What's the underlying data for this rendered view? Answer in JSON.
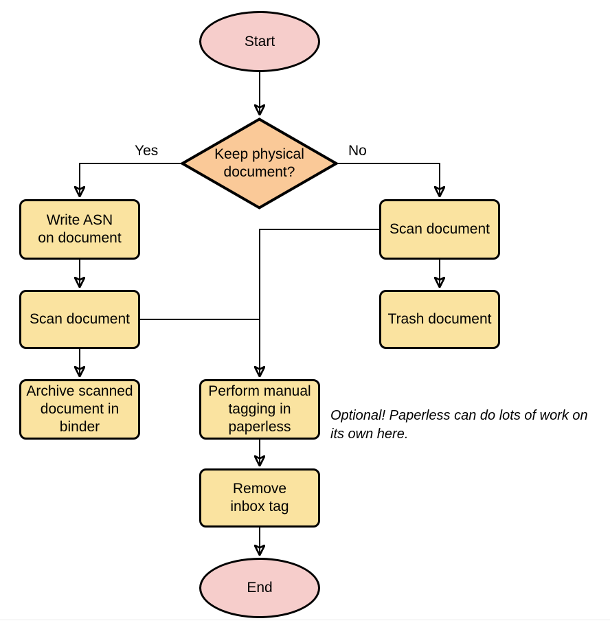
{
  "flowchart": {
    "nodes": {
      "start": {
        "shape": "ellipse",
        "label": "Start"
      },
      "keep_physical": {
        "shape": "diamond",
        "label": [
          "Keep physical",
          "document?"
        ]
      },
      "write_asn": {
        "shape": "process",
        "label": [
          "Write ASN",
          "on document"
        ]
      },
      "scan_left": {
        "shape": "process",
        "label": "Scan document"
      },
      "archive": {
        "shape": "process",
        "label": [
          "Archive scanned",
          "document in",
          "binder"
        ]
      },
      "scan_right": {
        "shape": "process",
        "label": "Scan document"
      },
      "trash": {
        "shape": "process",
        "label": "Trash document"
      },
      "tagging": {
        "shape": "process",
        "label": [
          "Perform manual",
          "tagging in",
          "paperless"
        ]
      },
      "remove_inbox": {
        "shape": "process",
        "label": [
          "Remove",
          "inbox tag"
        ]
      },
      "end": {
        "shape": "ellipse",
        "label": "End"
      }
    },
    "edge_labels": {
      "yes": "Yes",
      "no": "No"
    },
    "edges": [
      {
        "from": "start",
        "to": "keep_physical",
        "label": ""
      },
      {
        "from": "keep_physical",
        "to": "write_asn",
        "label": "Yes"
      },
      {
        "from": "keep_physical",
        "to": "scan_right",
        "label": "No"
      },
      {
        "from": "write_asn",
        "to": "scan_left",
        "label": ""
      },
      {
        "from": "scan_left",
        "to": "archive",
        "label": ""
      },
      {
        "from": "scan_right",
        "to": "trash",
        "label": ""
      },
      {
        "from": "scan_left",
        "to": "tagging",
        "label": ""
      },
      {
        "from": "scan_right",
        "to": "tagging",
        "label": ""
      },
      {
        "from": "tagging",
        "to": "remove_inbox",
        "label": ""
      },
      {
        "from": "remove_inbox",
        "to": "end",
        "label": ""
      }
    ],
    "annotation": {
      "lines": [
        "Optional! Paperless can do lots of work on",
        "its own here."
      ]
    },
    "colors": {
      "terminal_fill": "#F6CDCB",
      "decision_fill": "#FAC998",
      "process_fill": "#FAE3A0",
      "stroke": "#000000",
      "background": "#FFFFFF"
    }
  }
}
